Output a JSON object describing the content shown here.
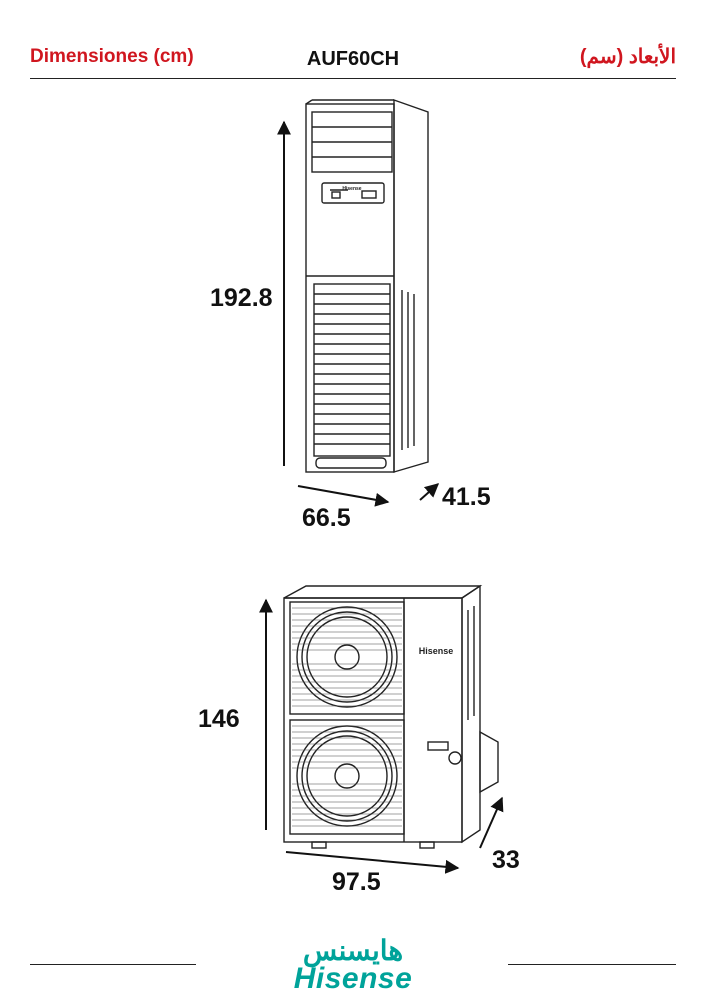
{
  "header": {
    "left_title": "Dimensiones (cm)",
    "model": "AUF60CH",
    "right_title": "الأبعاد (سم)"
  },
  "indoor_unit": {
    "brand_label": "Hisense",
    "height": "192.8",
    "width": "66.5",
    "depth": "41.5"
  },
  "outdoor_unit": {
    "brand_label": "Hisense",
    "height": "146",
    "width": "97.5",
    "depth": "33"
  },
  "footer": {
    "logo_arabic": "هايسنس",
    "logo_latin": "Hisense"
  },
  "colors": {
    "accent_red": "#d0161f",
    "brand_teal": "#00a39a",
    "line": "#222222"
  }
}
